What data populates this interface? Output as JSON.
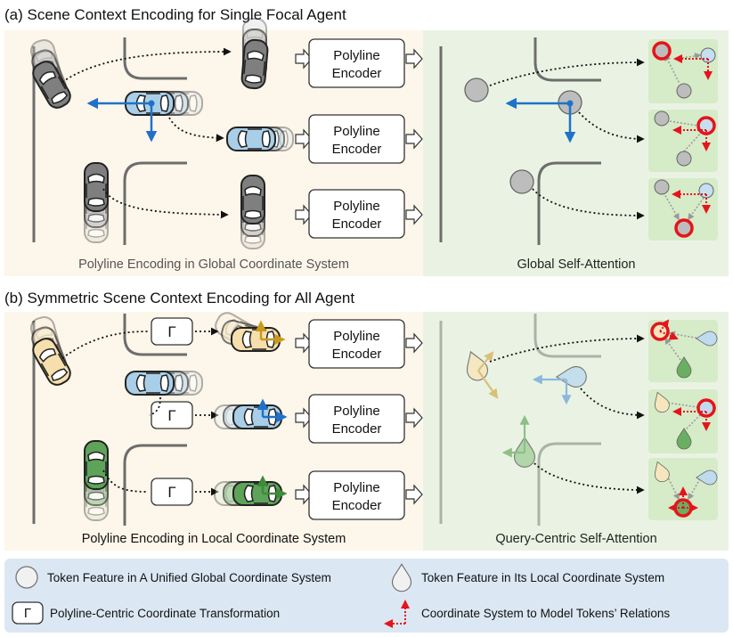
{
  "section_a": {
    "title": "(a) Scene Context Encoding for Single Focal Agent",
    "left_caption": "Polyline Encoding in Global Coordinate System",
    "right_caption": "Global Self-Attention",
    "encoder_label_line1": "Polyline",
    "encoder_label_line2": "Encoder"
  },
  "section_b": {
    "title": "(b) Symmetric Scene Context Encoding for All Agent",
    "left_caption": "Polyline Encoding in Local Coordinate System",
    "right_caption": "Query-Centric Self-Attention",
    "encoder_label_line1": "Polyline",
    "encoder_label_line2": "Encoder",
    "transform_symbol": "Γ"
  },
  "legend": {
    "global_token": "Token Feature in A Unified Global Coordinate System",
    "local_token": "Token Feature in Its Local Coordinate System",
    "transform_symbol": "Γ",
    "transform": "Polyline-Centric Coordinate Transformation",
    "relation": "Coordinate System to Model Tokens’ Relations"
  },
  "colors": {
    "left_panel_bg": "#fdf6ea",
    "right_panel_bg": "#eaf3e3",
    "token_box_bg": "#d6ebc8",
    "legend_bg": "#dbe8f3",
    "gray_car": "#7f7f7f",
    "blue_car": "#a9cfe8",
    "yellow_car": "#f6dfad",
    "green_car": "#5ea35a",
    "red_highlight": "#e5141b",
    "blue_axis": "#1f72c8",
    "gold_axis": "#c89a1e"
  }
}
